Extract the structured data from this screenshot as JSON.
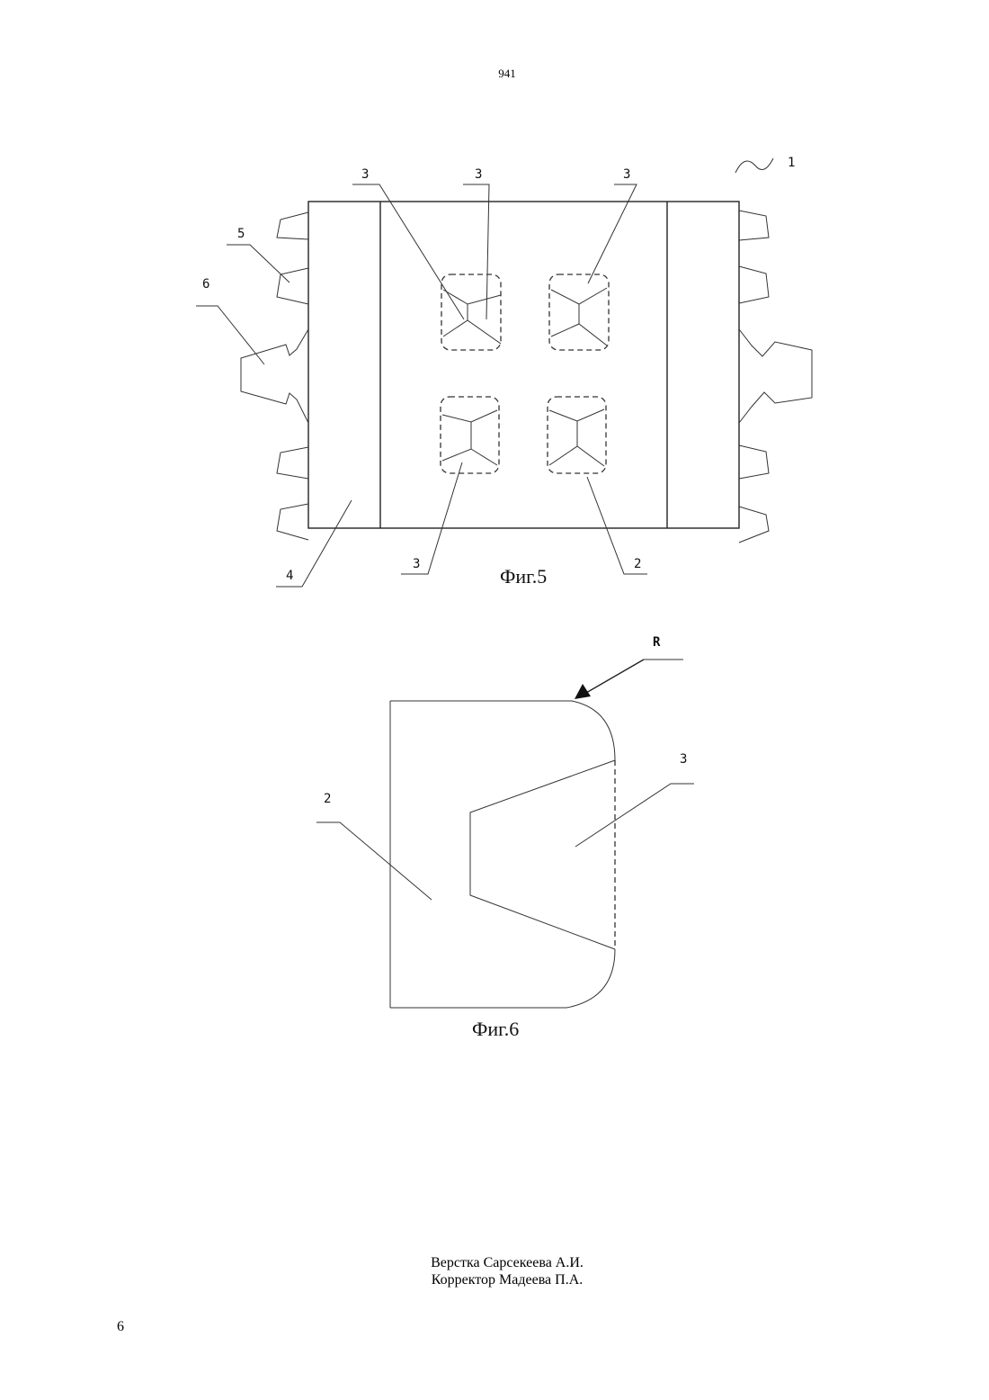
{
  "header": {
    "doc_number": "941"
  },
  "fig5": {
    "caption": "Фиг.5",
    "labels": {
      "l1": "1",
      "l3a": "3",
      "l3b": "3",
      "l3c": "3",
      "l3d": "3",
      "l5": "5",
      "l6": "6",
      "l4": "4",
      "l2": "2"
    }
  },
  "fig6": {
    "caption": "Фиг.6",
    "labels": {
      "r": "R",
      "l3": "3",
      "l2": "2"
    }
  },
  "footer": {
    "credits_line1": "Верстка Сарсекеева А.И.",
    "credits_line2": "Корректор Мадеева П.А.",
    "page_number": "6"
  }
}
